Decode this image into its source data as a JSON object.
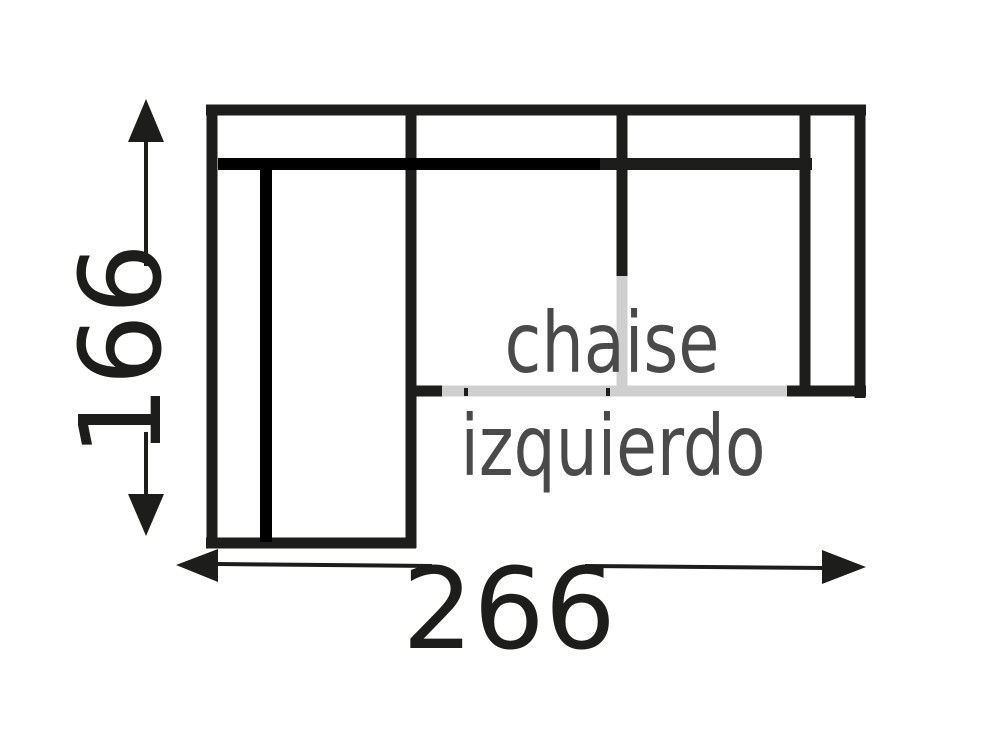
{
  "diagram": {
    "type": "sofa-dimension-plan",
    "colors": {
      "outline": "#1d1d1b",
      "seat_line": "#000000",
      "chaise_gap": "#cfcfcf",
      "label": "#4a4a4a",
      "background": "#ffffff"
    },
    "dimensions": {
      "height": {
        "value": "166",
        "orientation": "vertical"
      },
      "width": {
        "value": "266",
        "orientation": "horizontal"
      }
    },
    "label": {
      "line1": "chaise",
      "line2": "izquierdo"
    }
  }
}
